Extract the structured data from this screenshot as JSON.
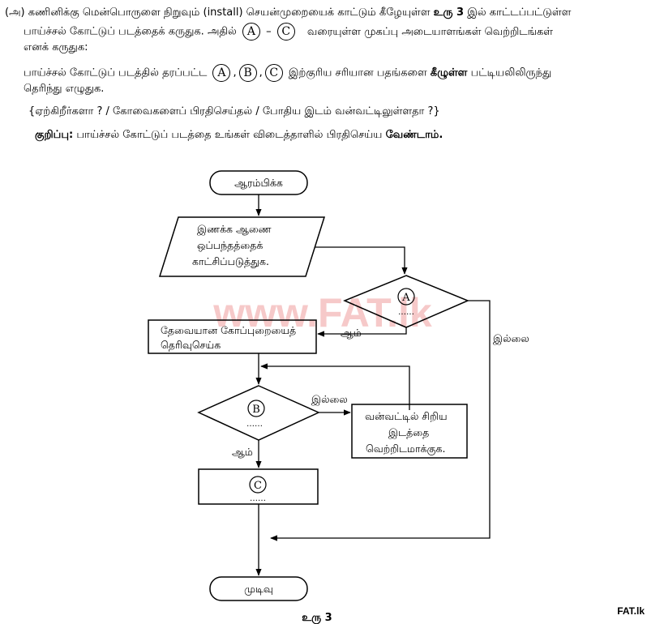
{
  "question": {
    "line1_a": "(அ) கணினிக்கு மென்பொருளை நிறுவும் (install) செயன்முறையைக் காட்டும் கீழேயுள்ள",
    "line1_fig": "உரு 3",
    "line1_b": "இல் காட்டப்பட்டுள்ள",
    "line2_a": "பாய்ச்சல் கோட்டுப் படத்தைக் கருதுக. அதில்",
    "label_A": "A",
    "dash": "–",
    "label_C": "C",
    "line2_b": "வரையுள்ள முகப்பு அடையாளங்கள் வெற்றிடங்கள்",
    "line3": "எனக் கருதுக:",
    "line4_a": "பாய்ச்சல் கோட்டுப் படத்தில் தரப்பட்ட",
    "label_B": "B",
    "line4_b": "இற்குரிய சரியான பதங்களை",
    "line4_bold": "கீழுள்ள",
    "line4_c": "பட்டியலிலிருந்து",
    "line5": "தெரிந்து எழுதுக.",
    "options": "{ஏற்கிறீர்களா ? / கோவைகளைப் பிரதிசெய்தல் / போதிய இடம் வன்வட்டிலுள்ளதா ?}",
    "note_label": "குறிப்பு:",
    "note_a": "பாய்ச்சல் கோட்டுப் படத்தை உங்கள் விடைத்தாளில் பிரதிசெய்ய",
    "note_bold": "வேண்டாம்."
  },
  "flowchart": {
    "start": "ஆரம்பிக்க",
    "io_line1": "இணக்க ஆணை",
    "io_line2": "ஒப்பந்தத்தைக்",
    "io_line3": "காட்சிப்படுத்துக.",
    "decision_a": "A",
    "decision_b": "B",
    "blank": "……",
    "yes": "ஆம்",
    "no": "இல்லை",
    "select_line1": "தேவையான கோப்புறையைத்",
    "select_line2": "தெரிவுசெய்க",
    "free_line1": "வன்வட்டில் சிறிய",
    "free_line2": "இடத்தை",
    "free_line3": "வெற்றிடமாக்குக.",
    "process_c": "C",
    "end": "முடிவு"
  },
  "figure_caption": "உரு 3",
  "watermark": "www.FAT.lk",
  "site_mark": "FAT.lk"
}
